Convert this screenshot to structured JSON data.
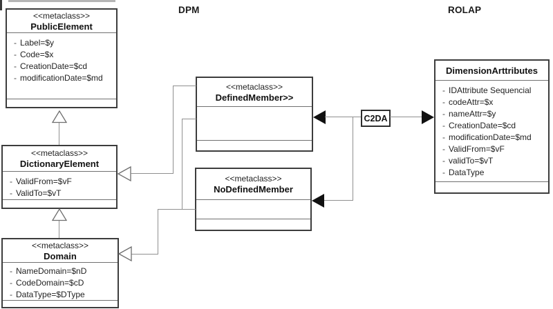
{
  "ui": {
    "attribute_marker": "-"
  },
  "colors": {
    "background": "#ffffff",
    "box_border": "#3c3c3c",
    "connector_line": "#8f8f8f",
    "arrow_fill": "#111111",
    "text": "#1c1c1c"
  },
  "labels": {
    "dpm": "DPM",
    "rolap": "ROLAP",
    "c2da": "C2DA"
  },
  "classes": {
    "publicElement": {
      "stereotype": "<<metaclass>>",
      "name": "PublicElement",
      "attributes": [
        "Label=$y",
        "Code=$x",
        "CreationDate=$cd",
        "modificationDate=$md"
      ]
    },
    "dictionaryElement": {
      "stereotype": "<<metaclass>>",
      "name": "DictionaryElement",
      "attributes": [
        "ValidFrom=$vF",
        "ValidTo=$vT"
      ]
    },
    "domain": {
      "stereotype": "<<metaclass>>",
      "name": "Domain",
      "attributes": [
        "NameDomain=$nD",
        "CodeDomain=$cD",
        "DataType=$DType"
      ]
    },
    "definedMember": {
      "stereotype": "<<metaclass>>",
      "name": "DefinedMember>>"
    },
    "noDefinedMember": {
      "stereotype": "<<metaclass>>",
      "name": "NoDefinedMember"
    },
    "dimensionAttributes": {
      "name": "DimensionArttributes",
      "attributes": [
        "IDAttribute Sequencial",
        "codeAttr=$x",
        "nameAttr=$y",
        "CreationDate=$cd",
        "modificationDate=$md",
        "ValidFrom=$vF",
        "validTo=$vT",
        "DataType"
      ]
    }
  }
}
